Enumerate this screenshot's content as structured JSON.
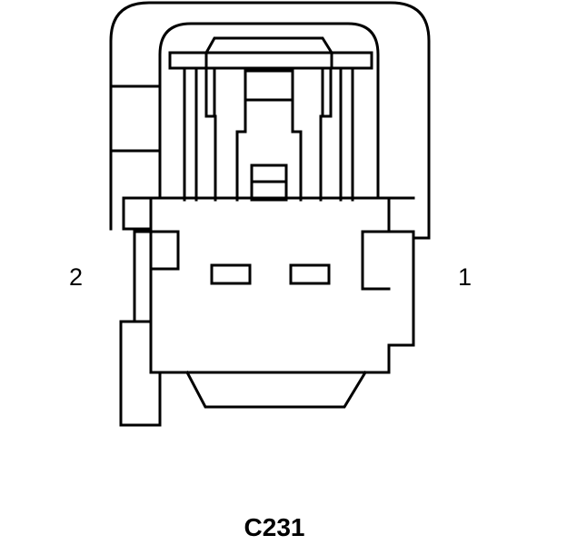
{
  "diagram": {
    "connector_id": "C231",
    "pin_left": "2",
    "pin_right": "1",
    "line_color": "#000000",
    "background_color": "#ffffff"
  }
}
